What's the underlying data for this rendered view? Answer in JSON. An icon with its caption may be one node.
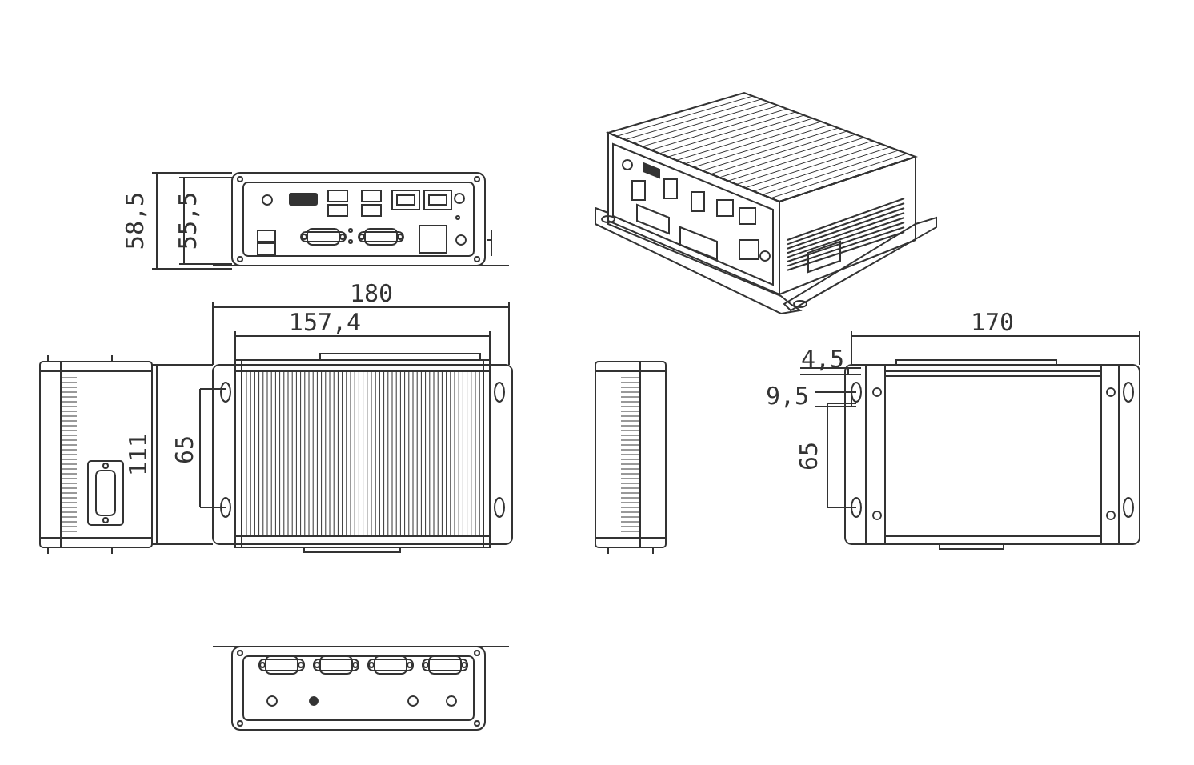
{
  "diagram": {
    "labels": [
      "58,5",
      "55,5",
      "180",
      "157,4",
      "111",
      "65",
      "170",
      "4,5",
      "9,5",
      "65"
    ]
  }
}
